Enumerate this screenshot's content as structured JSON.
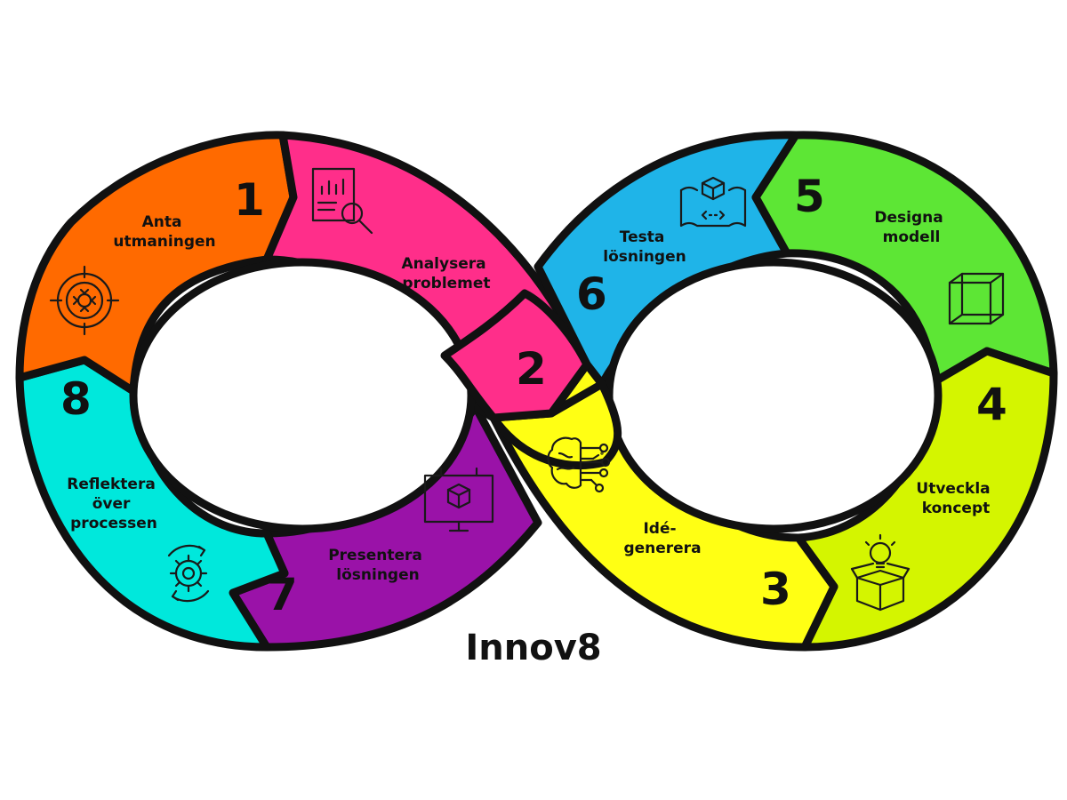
{
  "brand": "Innov8",
  "colors": {
    "outline": "#111111",
    "background": "#ffffff"
  },
  "steps": [
    {
      "number": "1",
      "line1": "Anta",
      "line2": "utmaningen",
      "line3": "",
      "icon": "target-icon",
      "color": "#ff6a00"
    },
    {
      "number": "2",
      "line1": "Analysera",
      "line2": "problemet",
      "line3": "",
      "icon": "document-analysis-icon",
      "color": "#ff2e8a"
    },
    {
      "number": "3",
      "line1": "Idé-",
      "line2": "generera",
      "line3": "",
      "icon": "brain-circuit-icon",
      "color": "#ffff14"
    },
    {
      "number": "4",
      "line1": "Utveckla",
      "line2": "koncept",
      "line3": "",
      "icon": "lightbulb-box-icon",
      "color": "#d4f500"
    },
    {
      "number": "5",
      "line1": "Designa",
      "line2": "modell",
      "line3": "",
      "icon": "wireframe-cube-icon",
      "color": "#5de635"
    },
    {
      "number": "6",
      "line1": "Testa",
      "line2": "lösningen",
      "line3": "",
      "icon": "blueprint-cube-icon",
      "color": "#1fb4e8"
    },
    {
      "number": "7",
      "line1": "Presentera",
      "line2": "lösningen",
      "line3": "",
      "icon": "presentation-board-icon",
      "color": "#9a12a8"
    },
    {
      "number": "8",
      "line1": "Reflektera",
      "line2": "över",
      "line3": "processen",
      "icon": "gear-cycle-icon",
      "color": "#00e8dc"
    }
  ]
}
